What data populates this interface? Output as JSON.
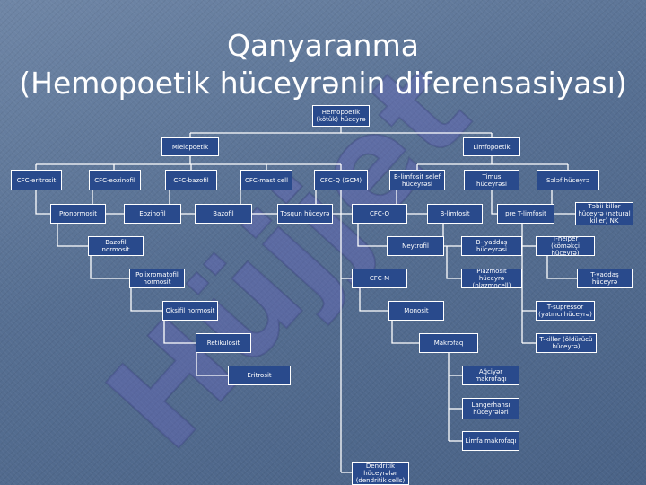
{
  "title": {
    "line1": "Qanyaranma",
    "line2": "(Hemopoetik hüceyrənin diferensasiyası)"
  },
  "watermark_text": "Hüjjet",
  "nodes": {
    "stem": "Hemopoetik (kötük) hüceyrə",
    "mielo": "Mielopoetik",
    "limfo": "Limfopoetik",
    "cfc_er": "CFC-eritrosit",
    "cfc_eo": "CFC-eozinofil",
    "cfc_ba": "CFC-bazofil",
    "cfc_mast": "CFC-mast cell",
    "cfc_g_top": "CFC-Q (GCM)",
    "b_limfo": "B-limfosit selef hüceyrəsi",
    "timus": "Timus hüceyrəsi",
    "selef": "Sələf hüceyrə",
    "pronormo": "Pronormosit",
    "eozinofil": "Eozinofil",
    "bazofil": "Bazofil",
    "tosqun": "Tosqun hüceyrə",
    "cfc_g": "CFC-Q",
    "b_limfosit": "B-limfosit",
    "pre_t": "pre T-limfosit",
    "tebii_killer": "Təbii killer hüceyrə (natural killer) NK",
    "bazofil_normo": "Bazofil normosit",
    "neytrofil": "Neytrofil",
    "b_yaddas": "B- yaddaş hüceyrəsi",
    "t_helper": "T-helper (kömәkçi hüceyrə)",
    "polixro": "Polixromatofil normosit",
    "cfc_m": "CFC-M",
    "plazmosit": "Plazmosit hüceyrə (plazmocell)",
    "t_yaddas": "T-yaddaş hüceyrə",
    "oksifil": "Oksifil normosit",
    "monosit": "Monosit",
    "t_supressor": "T-supressor (yatırıcı hüceyrə)",
    "retikulosit": "Retikulosit",
    "makrofaq": "Makrofaq",
    "t_killer": "T-killer (öldürücü hüceyrə)",
    "eritrosit": "Eritrosit",
    "agciyer": "Ağciyər makrofaqı",
    "langerhans": "Langerhansı hüceyrələri",
    "limfa": "Limfa makrofaqı",
    "dendritik": "Dendritik hüceyrələr (dendritik cells)"
  },
  "colors": {
    "node_fill": "#294a8c",
    "node_border": "#ffffff",
    "line": "#ffffff",
    "watermark": "#6a63c8"
  }
}
